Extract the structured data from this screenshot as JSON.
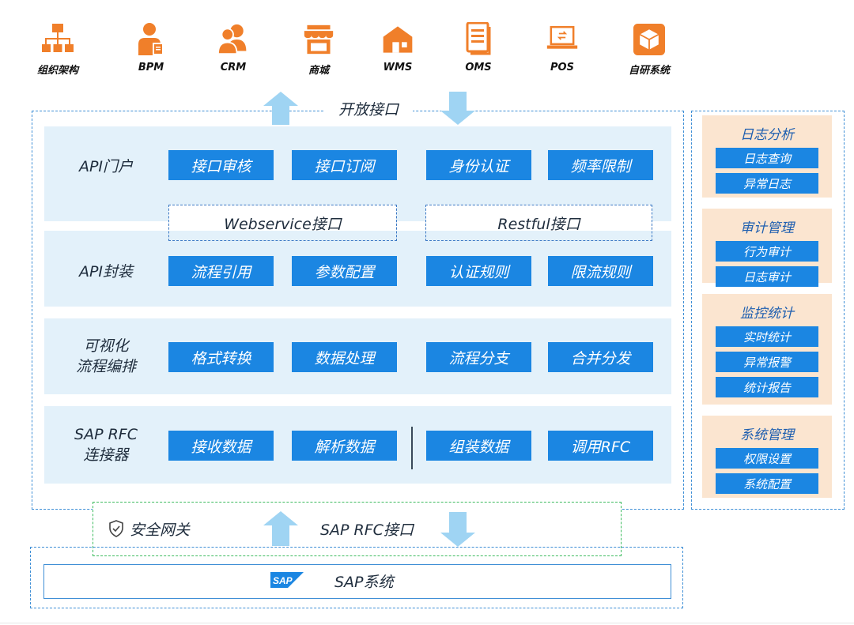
{
  "systems": [
    {
      "label": "组织架构",
      "icon": "org-chart-icon"
    },
    {
      "label": "BPM",
      "icon": "employee-badge-icon"
    },
    {
      "label": "CRM",
      "icon": "users-icon"
    },
    {
      "label": "商城",
      "icon": "shop-icon"
    },
    {
      "label": "WMS",
      "icon": "warehouse-icon"
    },
    {
      "label": "OMS",
      "icon": "document-list-icon"
    },
    {
      "label": "POS",
      "icon": "pos-terminal-icon"
    },
    {
      "label": "自研系统",
      "icon": "cube-icon"
    }
  ],
  "open_interface_label": "开放接口",
  "rows": {
    "portal": {
      "title": "API门户",
      "buttons": [
        "接口审核",
        "接口订阅",
        "身份认证",
        "频率限制"
      ]
    },
    "interfaces": {
      "webservice": "Webservice接口",
      "restful": "Restful接口"
    },
    "wrap": {
      "title": "API封装",
      "buttons": [
        "流程引用",
        "参数配置",
        "认证规则",
        "限流规则"
      ]
    },
    "visual": {
      "title_line1": "可视化",
      "title_line2": "流程编排",
      "buttons": [
        "格式转换",
        "数据处理",
        "流程分支",
        "合并分发"
      ]
    },
    "rfc": {
      "title_line1": "SAP RFC",
      "title_line2": "连接器",
      "buttons": [
        "接收数据",
        "解析数据",
        "组装数据",
        "调用RFC"
      ]
    }
  },
  "gateway": {
    "label": "安全网关",
    "rfc_interface": "SAP RFC接口"
  },
  "sap": {
    "logo_text": "SAP",
    "label": "SAP系统"
  },
  "side": [
    {
      "title": "日志分析",
      "items": [
        "日志查询",
        "异常日志"
      ]
    },
    {
      "title": "审计管理",
      "items": [
        "行为审计",
        "日志审计"
      ]
    },
    {
      "title": "监控统计",
      "items": [
        "实时统计",
        "异常报警",
        "统计报告"
      ]
    },
    {
      "title": "系统管理",
      "items": [
        "权限设置",
        "系统配置"
      ]
    }
  ],
  "colors": {
    "accent": "#1b86e2",
    "band": "#e3f1fa",
    "side": "#fbe5d0",
    "icon_orange": "#f07f2a",
    "arrow": "#9fd4f3",
    "gateway_border": "#3dbb5e"
  }
}
